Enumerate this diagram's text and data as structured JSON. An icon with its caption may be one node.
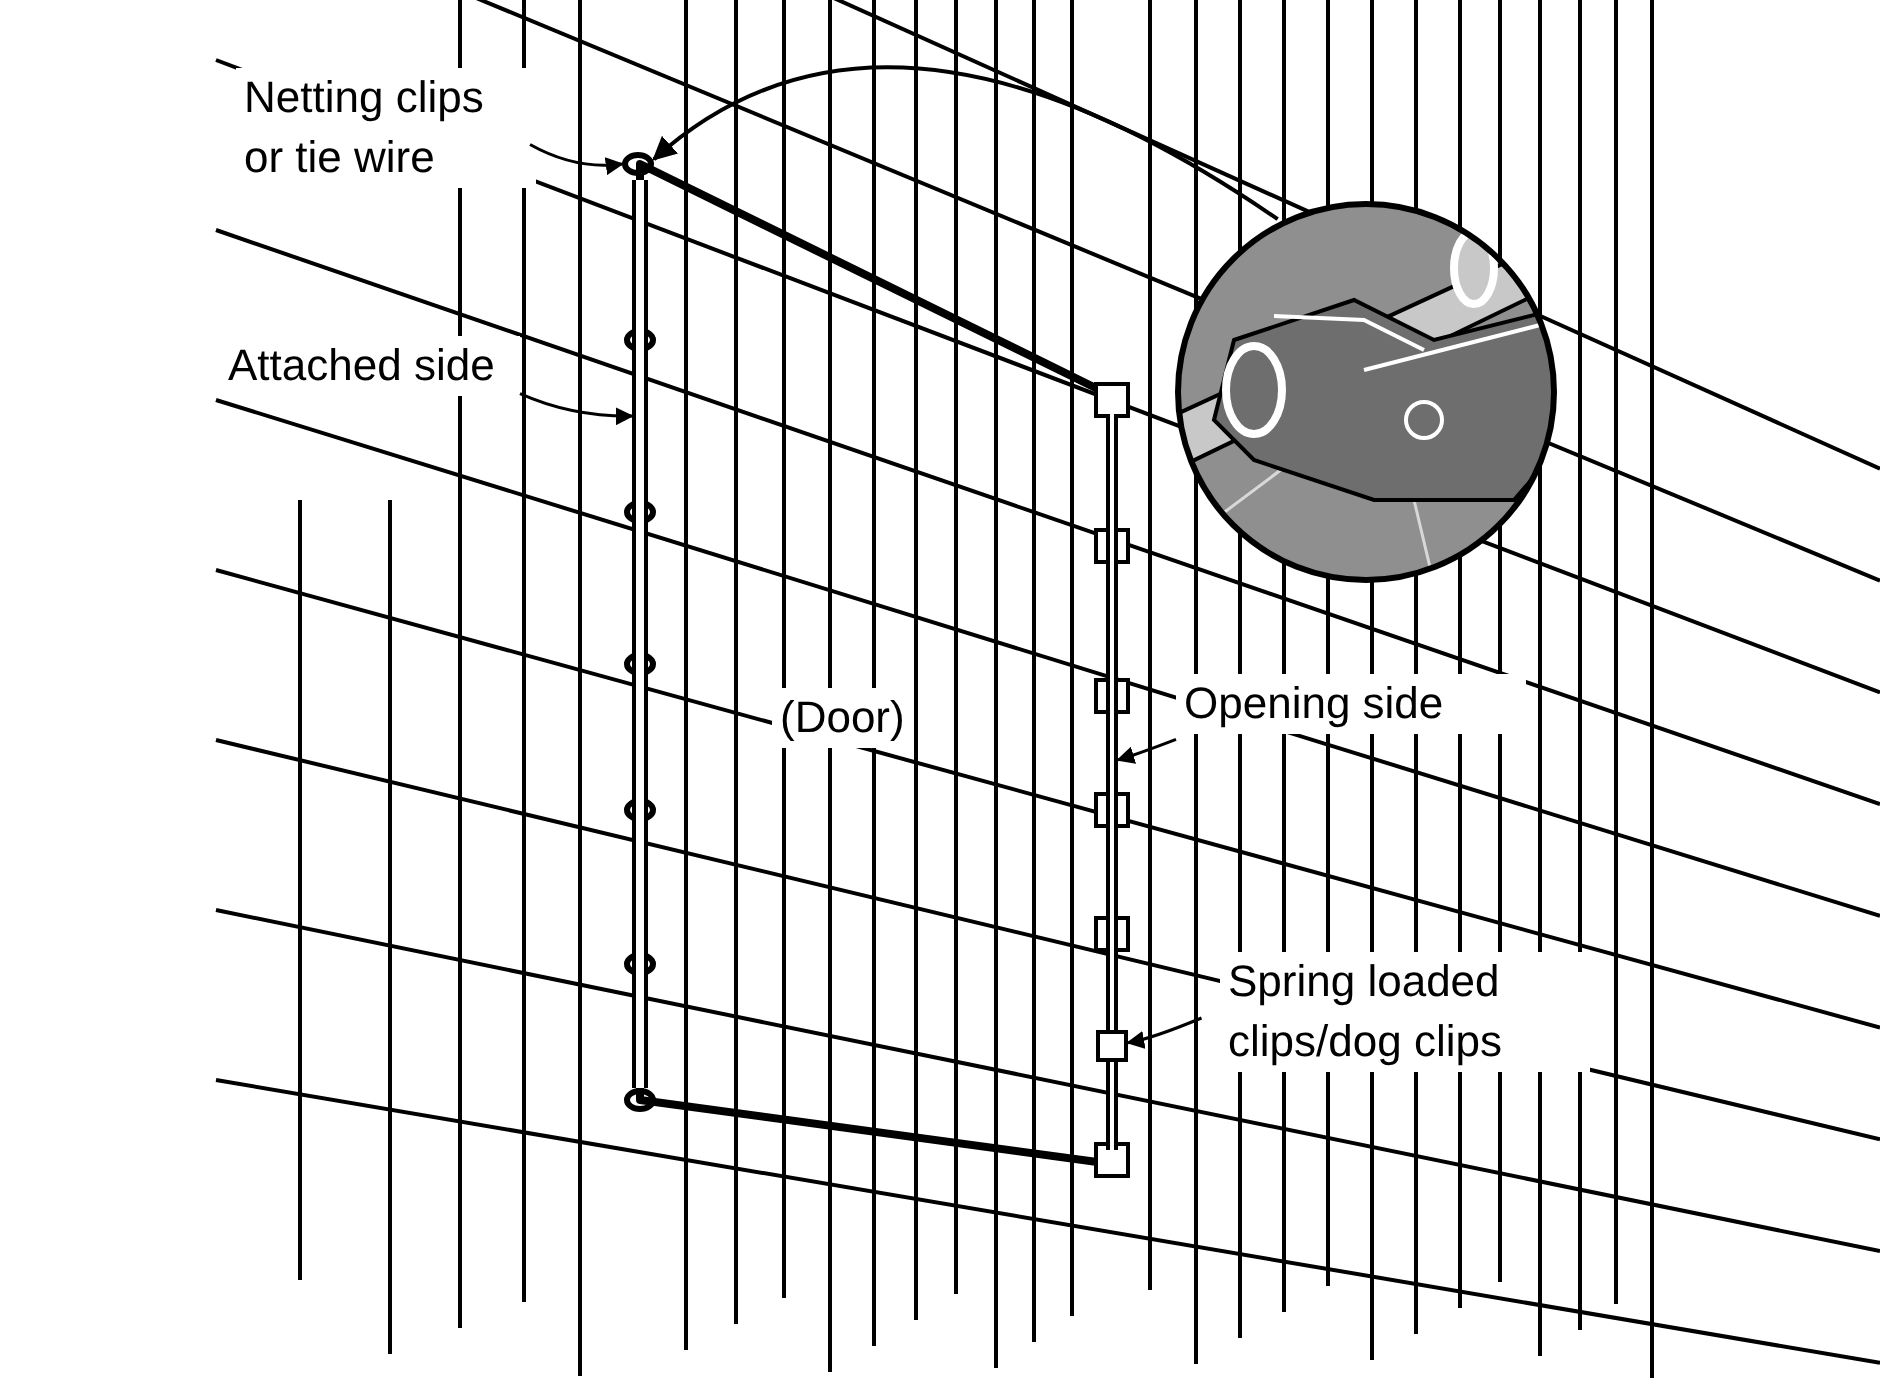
{
  "diagram": {
    "nodes": [
      {
        "text": [
          "Netting clips or tie wire"
        ]
      },
      {
        "text": [
          "Attached side"
        ]
      },
      {
        "text": [
          "(Door)"
        ]
      },
      {
        "text": [
          "Opening side"
        ]
      },
      {
        "text": [
          "Spring loaded clips/dog clips"
        ]
      },
      {
        "text": [],
        "shape": "circle",
        "in": 2
      },
      {
        "text": [],
        "shape": "bar",
        "in": 2
      },
      {
        "text": [],
        "shape": "bar",
        "in": 2
      },
      {
        "text": [],
        "shape": "box",
        "in": 2
      },
      {
        "text": [],
        "shape": "picture"
      }
    ],
    "edges": [
      {
        "from": 0,
        "to": 5,
        "arrow": "to"
      },
      {
        "from": 1,
        "to": 6,
        "arrow": "to"
      },
      {
        "from": 3,
        "to": 7,
        "arrow": "to"
      },
      {
        "from": 4,
        "to": 8,
        "arrow": "to"
      },
      {
        "from": 9,
        "to": 5,
        "arrow": "to"
      }
    ]
  }
}
